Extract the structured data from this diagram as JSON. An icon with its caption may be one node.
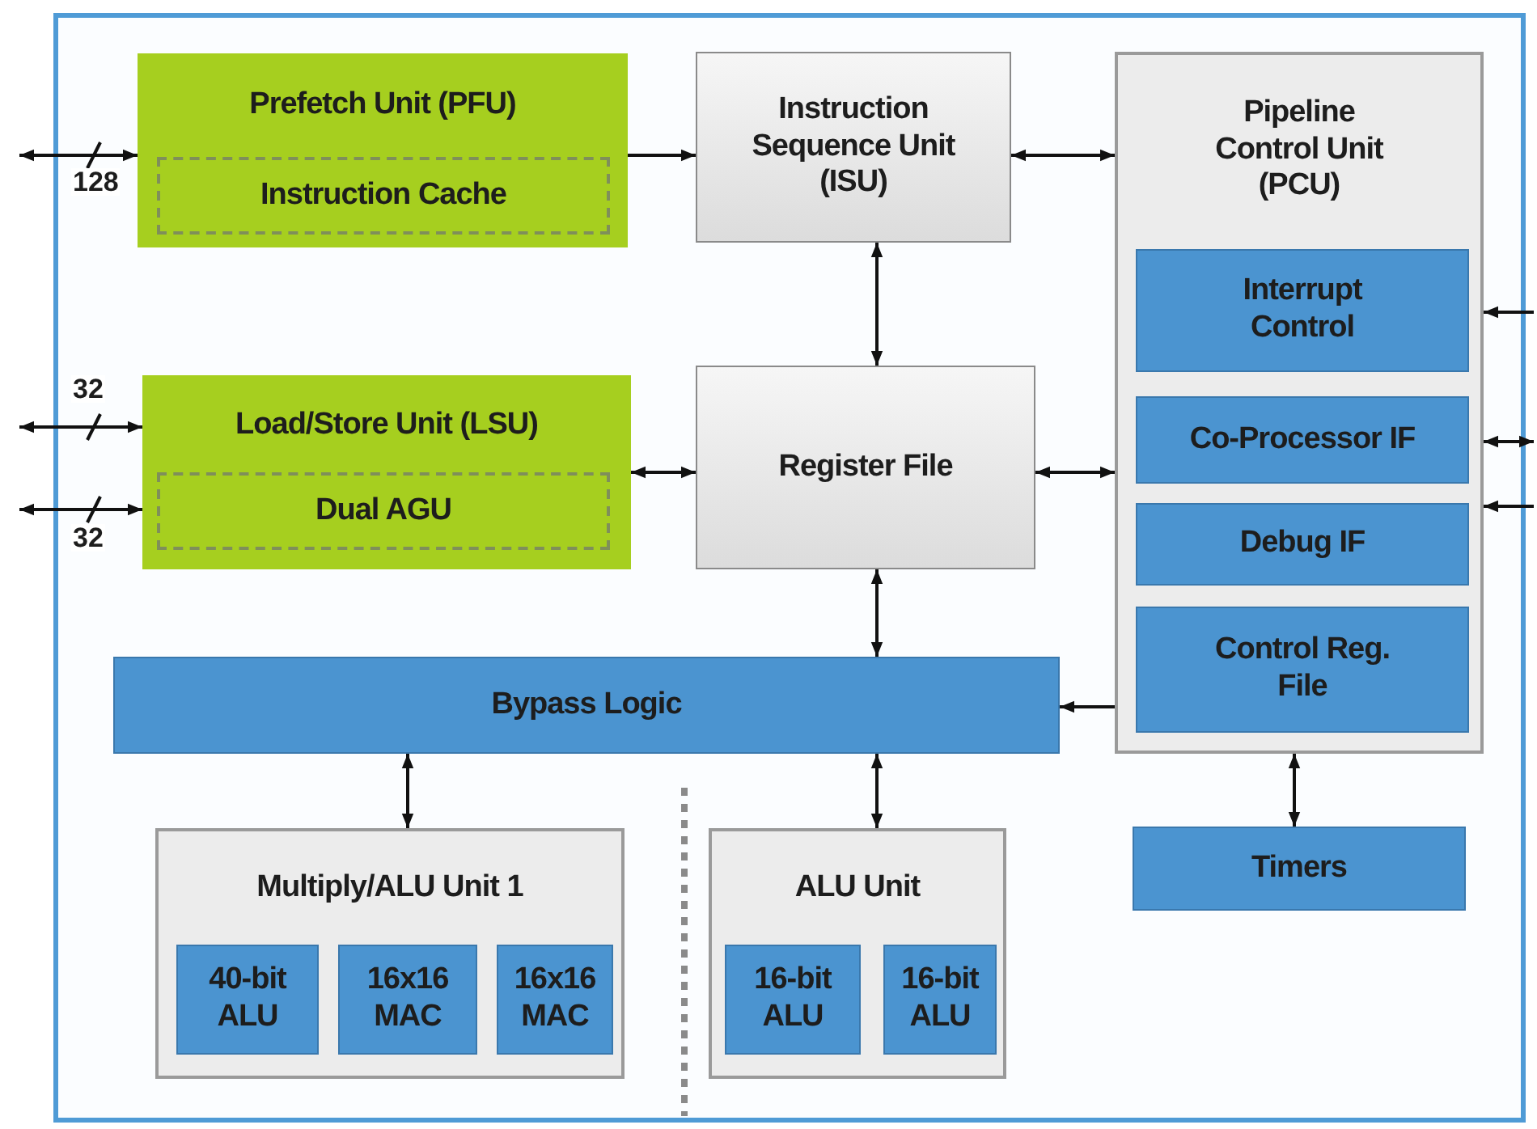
{
  "diagram": {
    "nodes": [
      {
        "text": [
          "Prefetch Unit (PFU)"
        ]
      },
      {
        "text": [
          "Instruction Cache"
        ],
        "in": 0
      },
      {
        "text": [
          "Instruction Sequence Unit (ISU)"
        ]
      },
      {
        "text": [
          "Pipeline Control Unit (PCU)"
        ]
      },
      {
        "text": [
          "Interrupt Control"
        ],
        "in": 3
      },
      {
        "text": [
          "Co-Processor IF"
        ],
        "in": 3
      },
      {
        "text": [
          "Debug IF"
        ],
        "in": 3
      },
      {
        "text": [
          "Control Reg. File"
        ],
        "in": 3
      },
      {
        "text": [
          "Load/Store Unit (LSU)"
        ]
      },
      {
        "text": [
          "Dual AGU"
        ],
        "in": 8
      },
      {
        "text": [
          "Register File"
        ]
      },
      {
        "text": [
          "Bypass Logic"
        ]
      },
      {
        "text": [
          "Multiply/ALU Unit 1"
        ]
      },
      {
        "text": [
          "40-bit ALU"
        ],
        "in": 12
      },
      {
        "text": [
          "16x16 MAC"
        ],
        "in": 12
      },
      {
        "text": [
          "16x16 MAC"
        ],
        "in": 12
      },
      {
        "text": [
          "ALU Unit"
        ]
      },
      {
        "text": [
          "16-bit ALU"
        ],
        "in": 16
      },
      {
        "text": [
          "16-bit ALU"
        ],
        "in": 16
      },
      {
        "text": [
          "Timers"
        ]
      }
    ],
    "edges": [
      {
        "from": null,
        "to": 0,
        "arrow": "both",
        "label": "128"
      },
      {
        "from": null,
        "to": 8,
        "arrow": "both",
        "label": "32"
      },
      {
        "from": null,
        "to": 8,
        "arrow": "both",
        "label": "32"
      },
      {
        "from": 0,
        "to": 2,
        "arrow": "to"
      },
      {
        "from": 2,
        "to": 3,
        "arrow": "both"
      },
      {
        "from": 2,
        "to": 10,
        "arrow": "both"
      },
      {
        "from": 8,
        "to": 10,
        "arrow": "both"
      },
      {
        "from": 10,
        "to": 3,
        "arrow": "both"
      },
      {
        "from": 10,
        "to": 11,
        "arrow": "both"
      },
      {
        "from": 3,
        "to": 11,
        "arrow": "to"
      },
      {
        "from": 11,
        "to": 12,
        "arrow": "both"
      },
      {
        "from": 11,
        "to": 16,
        "arrow": "both"
      },
      {
        "from": 3,
        "to": 19,
        "arrow": "both"
      },
      {
        "from": null,
        "to": 3,
        "arrow": "to"
      },
      {
        "from": null,
        "to": 3,
        "arrow": "both"
      },
      {
        "from": null,
        "to": 3,
        "arrow": "to"
      }
    ]
  }
}
